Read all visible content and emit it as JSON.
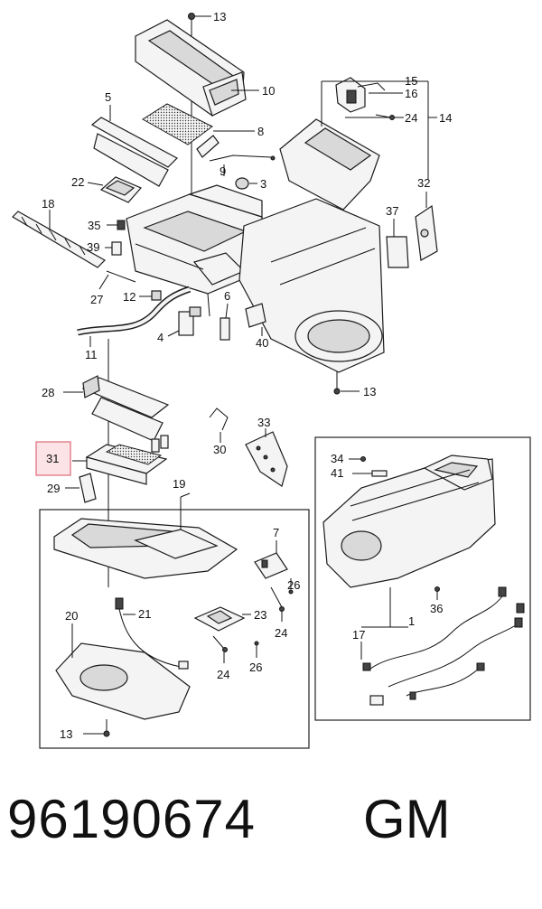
{
  "callouts": {
    "c13a": "13",
    "c10": "10",
    "c15": "15",
    "c16": "16",
    "c24a": "24",
    "c14": "14",
    "c5": "5",
    "c8": "8",
    "c9": "9",
    "c3": "3",
    "c22": "22",
    "c32": "32",
    "c18": "18",
    "c37": "37",
    "c35": "35",
    "c39": "39",
    "c27": "27",
    "c12": "12",
    "c6": "6",
    "c11": "11",
    "c4": "4",
    "c40": "40",
    "c13b": "13",
    "c28": "28",
    "c33": "33",
    "c30": "30",
    "c31": "31",
    "c29": "29",
    "c19": "19",
    "c34": "34",
    "c41": "41",
    "c7": "7",
    "c26a": "26",
    "c36": "36",
    "c20": "20",
    "c21": "21",
    "c23": "23",
    "c24b": "24",
    "c26b": "26",
    "c17": "17",
    "c1": "1",
    "c24c": "24",
    "c13c": "13"
  },
  "highlight": {
    "part": "31",
    "color": "#e06a78"
  },
  "footer": {
    "part_number": "96190674",
    "brand": "GM"
  }
}
